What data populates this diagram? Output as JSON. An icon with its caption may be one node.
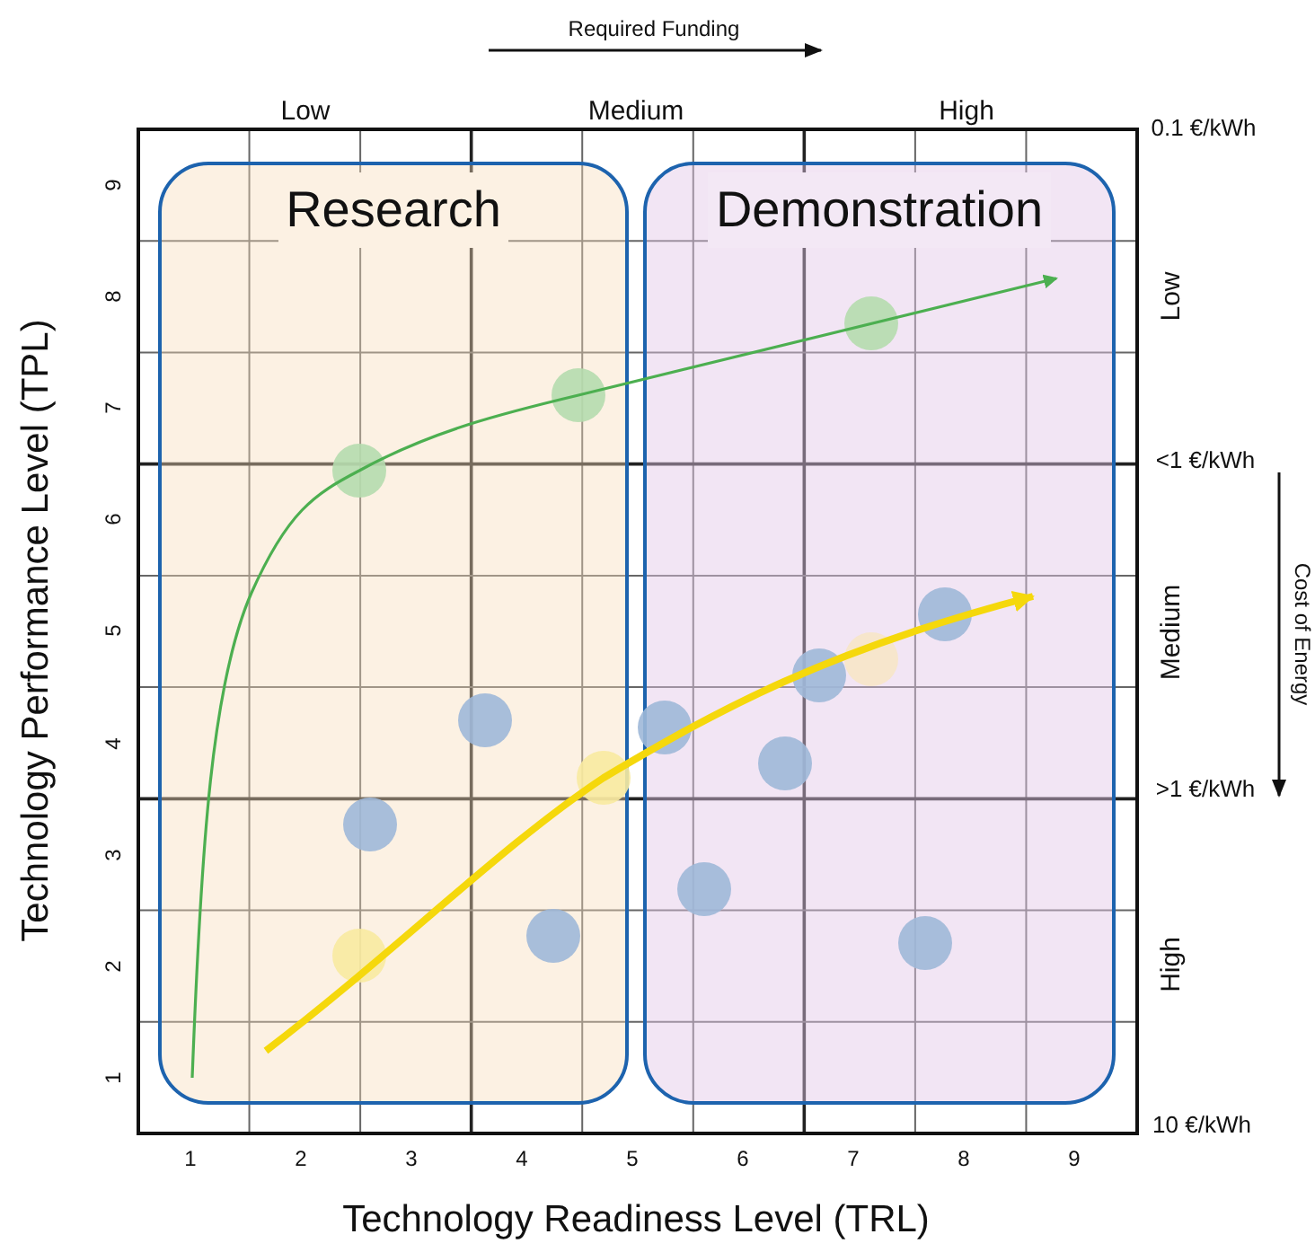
{
  "diagram": {
    "nodes": [
      {
        "text": [
          "Research"
        ]
      },
      {
        "text": [
          "Demonstration"
        ]
      }
    ],
    "edges": [
      {
        "from": 0,
        "to": 1,
        "arrow": "to",
        "color": "#4caf50"
      },
      {
        "from": 0,
        "to": 1,
        "arrow": "to",
        "style": "thick",
        "color": "#f5d80c"
      }
    ],
    "labels": [
      "Required Funding",
      "Low",
      "Medium",
      "High",
      "0.1 €/kWh",
      "Low",
      "<1 €/kWh",
      "Medium",
      ">1 €/kWh",
      "High",
      "10 €/kWh",
      "Cost of Energy",
      "Technology Performance Level (TPL)",
      "9",
      "8",
      "7",
      "6",
      "5",
      "4",
      "3",
      "2",
      "1",
      "1",
      "2",
      "3",
      "4",
      "5",
      "6",
      "7",
      "8",
      "9",
      "Technology Readiness Level (TRL)"
    ]
  }
}
